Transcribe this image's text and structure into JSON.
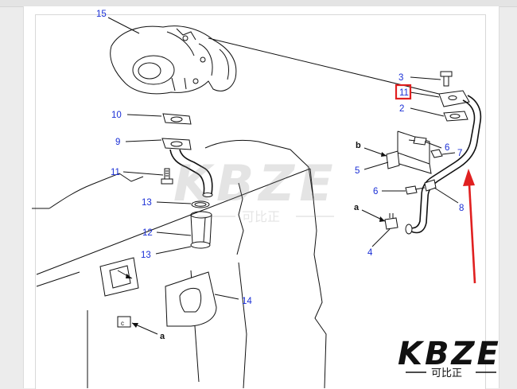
{
  "callouts": [
    {
      "id": "c15",
      "text": "15"
    },
    {
      "id": "c10",
      "text": "10"
    },
    {
      "id": "c9",
      "text": "9"
    },
    {
      "id": "c11",
      "text": "11"
    },
    {
      "id": "c13a",
      "text": "13"
    },
    {
      "id": "c12",
      "text": "12"
    },
    {
      "id": "c13b",
      "text": "13"
    },
    {
      "id": "c14",
      "text": "14"
    },
    {
      "id": "c3",
      "text": "3"
    },
    {
      "id": "c11r",
      "text": "11"
    },
    {
      "id": "c2",
      "text": "2"
    },
    {
      "id": "c6a",
      "text": "6"
    },
    {
      "id": "c7",
      "text": "7"
    },
    {
      "id": "c5",
      "text": "5"
    },
    {
      "id": "c6b",
      "text": "6"
    },
    {
      "id": "c8",
      "text": "8"
    },
    {
      "id": "c4",
      "text": "4"
    }
  ],
  "letters": {
    "b1": "b",
    "a1": "a",
    "a2": "a",
    "c1": "c"
  },
  "watermark": {
    "brand": "KBZE",
    "tagline": "可比正"
  },
  "logo": {
    "brand": "KBZE",
    "tagline": "可比正"
  },
  "colors": {
    "callout": "#1a2fd6",
    "highlight": "#e02020",
    "arrow": "#e02020",
    "logo": "#111111"
  }
}
